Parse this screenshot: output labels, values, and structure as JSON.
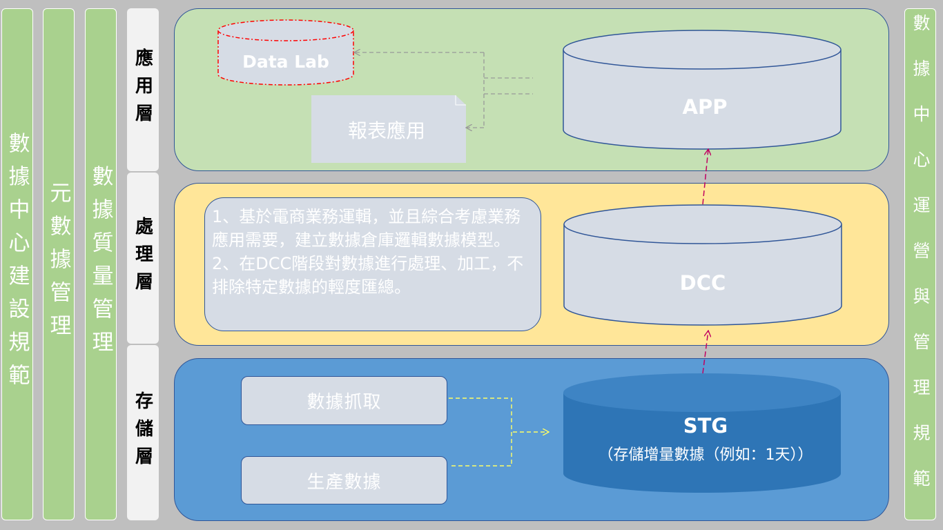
{
  "left_bars": [
    "數據中心建設規範",
    "元數據管理",
    "數據質量管理"
  ],
  "right_bar": "數據中心運營與管理規範",
  "layer_labels": {
    "application": "應用層",
    "processing": "處理層",
    "storage": "存儲層"
  },
  "application": {
    "data_lab": "Data Lab",
    "report": "報表應用",
    "app": "APP"
  },
  "processing": {
    "dcc": "DCC",
    "desc_1": "1、基於電商業務運輯，並且綜合考慮業務應用需要，建立數據倉庫邏輯數據模型。",
    "desc_2": "2、在DCC階段對數據進行處理、加工，不排除特定數據的輕度匯總。"
  },
  "storage": {
    "crawl": "數據抓取",
    "produce": "生產數據",
    "stg": "STG",
    "stg_sub": "（存儲增量數據（例如：1天））"
  },
  "colors": {
    "application_band": "#c5e0b4",
    "processing_band": "#ffe699",
    "storage_band": "#5b9bd5",
    "side_bar": "#a9d18e",
    "box_fill": "#d6dce5",
    "stg_fill": "#2e75b6",
    "arrow": "#c00060"
  }
}
